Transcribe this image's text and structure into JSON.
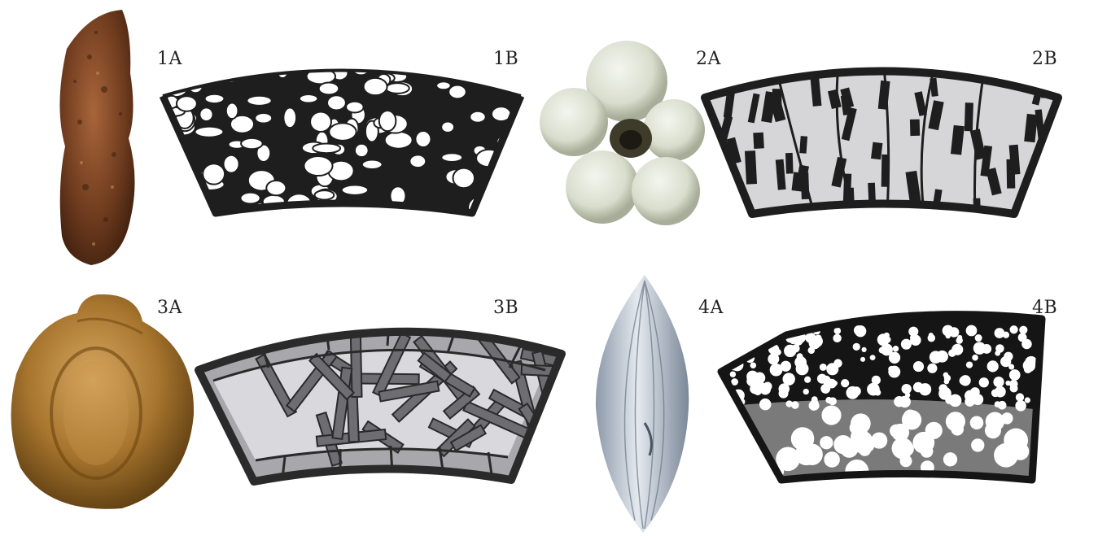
{
  "panels": [
    {
      "id": "1",
      "photo_label": "1A",
      "diagram_label": "1B",
      "fill_color": "#ffffff",
      "ink_color": "#1e1e1e"
    },
    {
      "id": "2",
      "photo_label": "2A",
      "diagram_label": "2B",
      "fill_color": "#d6d6d8",
      "ink_color": "#1e1e1e"
    },
    {
      "id": "3",
      "photo_label": "3A",
      "diagram_label": "3B",
      "fill_color": "#d9d9dd",
      "ink_color": "#2a2a2a",
      "crystal_color": "#6e6e72",
      "band_color": "#a8a8ac"
    },
    {
      "id": "4",
      "photo_label": "4A",
      "diagram_label": "4B",
      "fill_color": "#ffffff",
      "ink_color": "#151515",
      "matrix_color": "#7a7a7a"
    }
  ],
  "specimen_icons": [
    "rough-agglutinated-test-icon",
    "globular-chambered-test-icon",
    "smooth-porcelaneous-test-icon",
    "elongate-hyaline-test-icon"
  ]
}
